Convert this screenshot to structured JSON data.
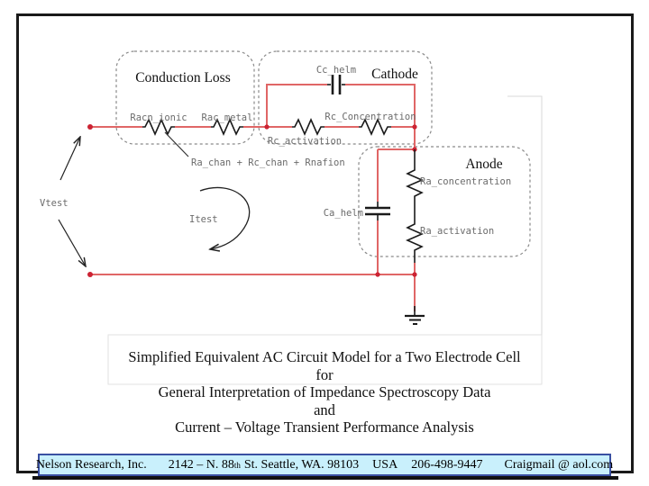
{
  "diagram": {
    "sections": {
      "conduction_loss": "Conduction Loss",
      "cathode": "Cathode",
      "anode": "Anode"
    },
    "labels": {
      "racn_ionic": "Racn_ionic",
      "rac_metal": "Rac_metal",
      "cc_helm": "Cc_helm",
      "rc_concentration": "Rc_Concentration",
      "rc_activation": "Rc_activation",
      "chan_note": "Ra_chan + Rc_chan + Rnafion",
      "vtest": "Vtest",
      "itest": "Itest",
      "ca_helm": "Ca_helm",
      "ra_concentration": "Ra_concentration",
      "ra_activation": "Ra_activation"
    },
    "colors": {
      "wire": "#e06666",
      "junction": "#cc2333",
      "component": "#1a1a1a",
      "dashed_box": "#8a8a8a",
      "label": "#6b6b6b"
    }
  },
  "caption": {
    "lines": [
      "Simplified Equivalent AC Circuit Model for a Two Electrode Cell",
      "for",
      "General Interpretation of Impedance Spectroscopy Data",
      "and",
      "Current – Voltage Transient Performance Analysis"
    ]
  },
  "footer": {
    "company": "Nelson Research, Inc.",
    "address_pre": "2142 – N. 88",
    "address_sup": "th",
    "address_post": "St. Seattle, WA. 98103",
    "country": "USA",
    "phone": "206-498-9447",
    "email": "Craigmail @ aol.com",
    "bg": "#c9f0fc",
    "border": "#3a50a2"
  }
}
